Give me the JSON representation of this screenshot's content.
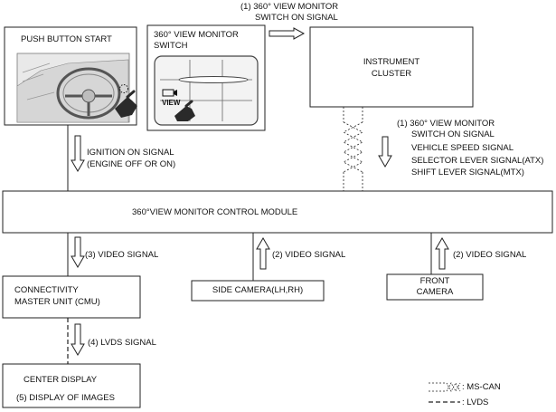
{
  "boxes": {
    "push_button": "PUSH BUTTON START",
    "switch_line1": "360° VIEW MONITOR",
    "switch_line2": "SWITCH",
    "view_button": "VIEW",
    "cluster_line1": "INSTRUMENT",
    "cluster_line2": "CLUSTER",
    "control_module": "360°VIEW MONITOR CONTROL MODULE",
    "cmu_line1": "CONNECTIVITY",
    "cmu_line2": "MASTER UNIT (CMU)",
    "side_camera": "SIDE CAMERA(LH,RH)",
    "front_line1": "FRONT",
    "front_line2": "CAMERA",
    "display_line1": "CENTER DISPLAY",
    "display_line2": "(5) DISPLAY OF IMAGES"
  },
  "signals": {
    "switch_on_top_1": "(1) 360° VIEW MONITOR",
    "switch_on_top_2": "SWITCH ON SIGNAL",
    "ignition_1": "IGNITION ON SIGNAL",
    "ignition_2": "(ENGINE OFF OR ON)",
    "cluster_1": "(1) 360° VIEW MONITOR",
    "cluster_2": "SWITCH ON SIGNAL",
    "cluster_3": "VEHICLE SPEED SIGNAL",
    "cluster_4": "SELECTOR LEVER SIGNAL(ATX)",
    "cluster_5": "SHIFT LEVER SIGNAL(MTX)",
    "video_3": "(3) VIDEO SIGNAL",
    "video_side": "(2) VIDEO SIGNAL",
    "video_front": "(2) VIDEO SIGNAL",
    "lvds": "(4) LVDS SIGNAL"
  },
  "legend": {
    "mscan": ": MS-CAN",
    "lvds": ": LVDS"
  }
}
